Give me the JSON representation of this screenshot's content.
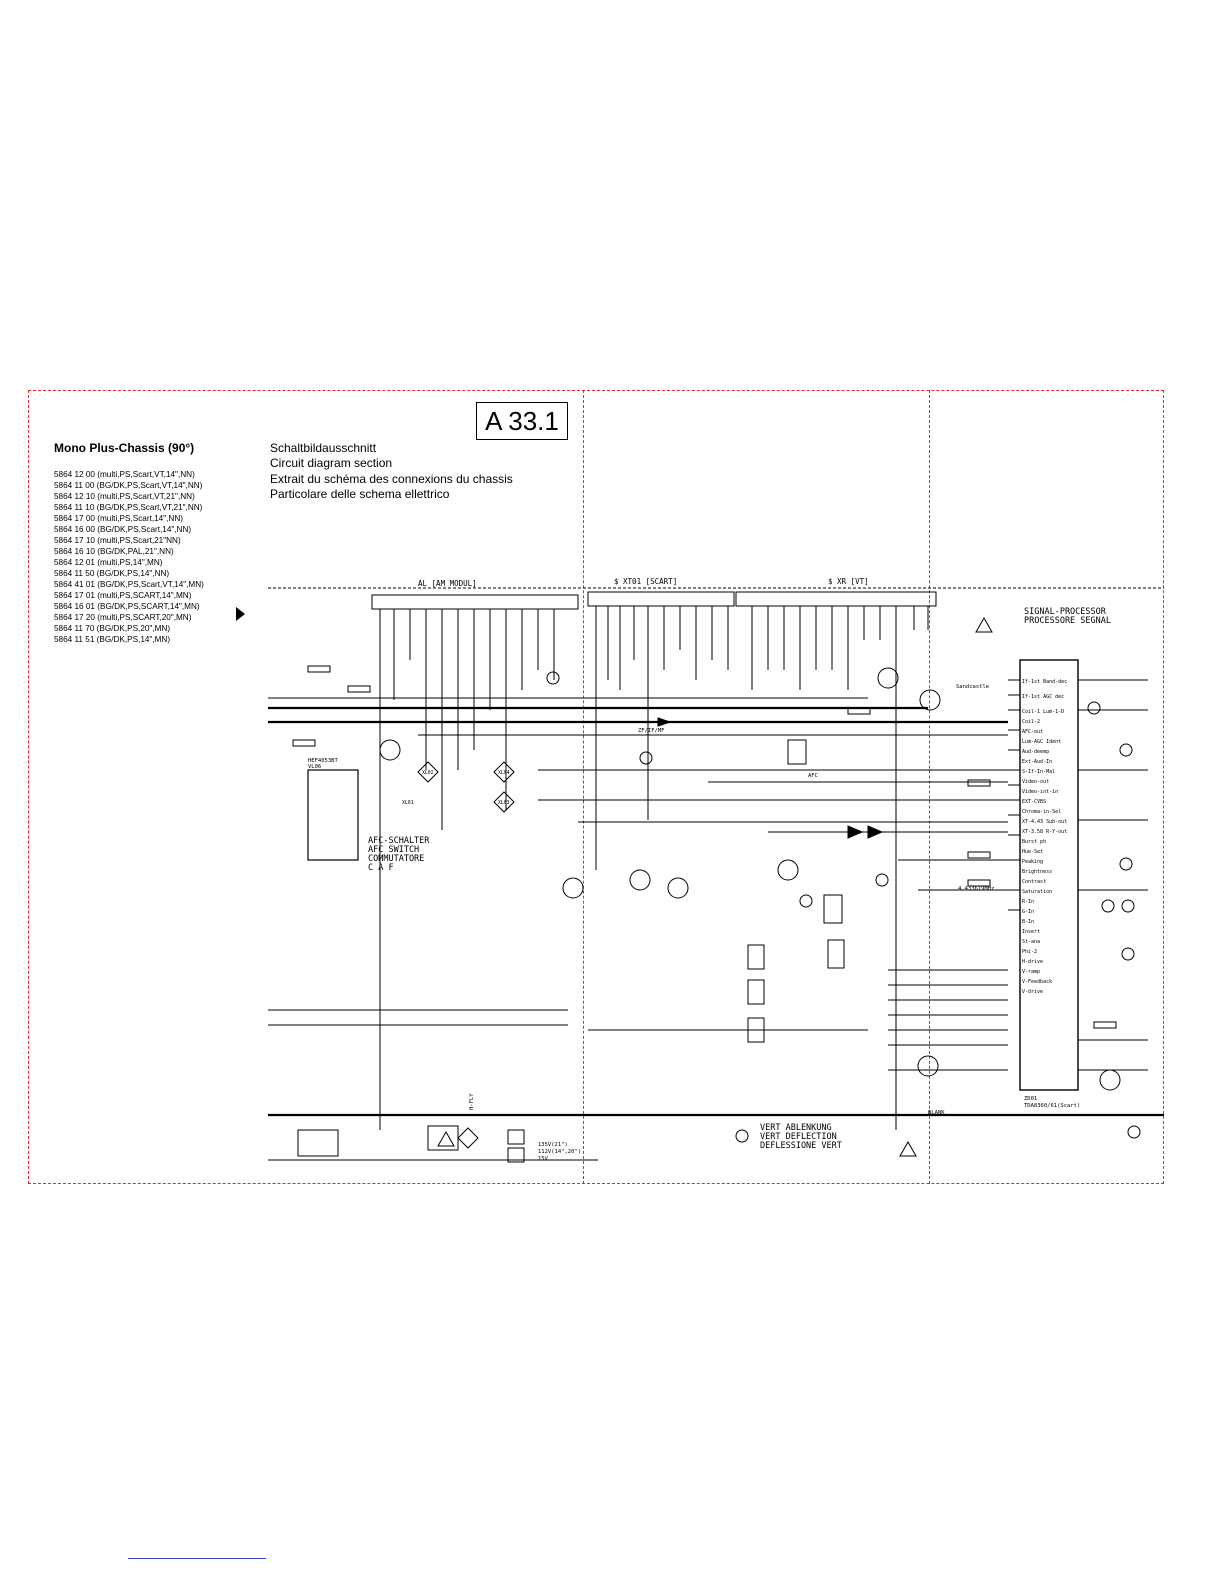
{
  "page_code": "A 33.1",
  "chassis_title": "Mono Plus-Chassis (90°)",
  "models": [
    "5864 12 00 (multi,PS,Scart,VT,14\",NN)",
    "5864 11 00 (BG/DK,PS,Scart,VT,14\",NN)",
    "5864 12 10 (multi,PS,Scart,VT,21\",NN)",
    "5864 11 10 (BG/DK,PS,Scart,VT,21\",NN)",
    "5864 17 00 (multi,PS,Scart,14\",NN)",
    "5864 16 00 (BG/DK,PS,Scart,14\",NN)",
    "5864 17 10 (multi,PS,Scart,21\"NN)",
    "5864 16 10 (BG/DK,PAL,21\",NN)",
    "5864 12 01 (multi,PS,14\",MN)",
    "5864 11 50 (BG/DK,PS,14\",NN)",
    "5864 41 01 (BG/DK,PS,Scart,VT,14\",MN)",
    "5864 17 01 (multi,PS,SCART,14\",MN)",
    "5864 16 01 (BG/DK,PS,SCART,14\",MN)",
    "5864 17 20 (multi,PS,SCART,20\",MN)",
    "5864 11 70 (BG/DK,PS,20\",MN)",
    "5864 11 51 (BG/DK,PS,14\",MN)"
  ],
  "description": [
    "Schaltbildausschnitt",
    "Circuit diagram section",
    "Extrait du schéma des connexions du chassis",
    "Particolare delle schema ellettrico"
  ],
  "schematic": {
    "connector_al": "AL [AM MODUL]",
    "connector_xt01": "$ XT01 [SCART]",
    "connector_xr": "$ XR [VT]",
    "signal_processor": [
      "SIGNAL-PROCESSOR",
      "PROCESSORE SEGNAL"
    ],
    "afc_switch": [
      "AFC-SCHALTER",
      "AFC SWITCH",
      "COMMUTATORE",
      "C A F"
    ],
    "vert_deflection": [
      "VERT ABLENKUNG",
      "VERT DEFLECTION",
      "DEFLESSIONE VERT"
    ],
    "ic_label": "HEF4053BT",
    "ic_ref": "VL06",
    "processor_chip": "TDA8360/61(Scart)",
    "processor_ref": "ZD01",
    "zf_label": "ZF/IF/MF",
    "h_fly": "H-FLY",
    "sandcastle": "Sandcastle",
    "blank": "BLANK",
    "afc": "AFC",
    "crystal": "4.433619MHz",
    "supply": [
      "135V(21\")",
      "112V(14\",20\")",
      "15V"
    ],
    "pin_functions": [
      "If-1st Band-dec",
      "If-1st AGC dec",
      "Coil-1 Lum-1-D",
      "Coil-2",
      "AFC-out",
      "Lum-AGC Ident",
      "Aud-deemp",
      "Ext-Aud-In",
      "S-If-In-Mal",
      "Video-out",
      "Video-int-in",
      "EXT-CVBS",
      "Chroma-in-Sel",
      "XT-4.43 Sub-out",
      "XT-3.58 R-Y-out",
      "Burst ph",
      "Hue-Set",
      "Peaking",
      "Brightness",
      "Contrast",
      "Saturation",
      "R-In",
      "G-In",
      "B-In",
      "Insert",
      "St-ana",
      "Phi-2",
      "H-drive",
      "V-ramp",
      "V-Feedback",
      "V-drive"
    ],
    "switch_labels": [
      "XL02",
      "XL01",
      "XL04",
      "XL03"
    ]
  },
  "colors": {
    "frame": "#e0282a",
    "ink": "#000000",
    "rule": "#3344cc"
  }
}
